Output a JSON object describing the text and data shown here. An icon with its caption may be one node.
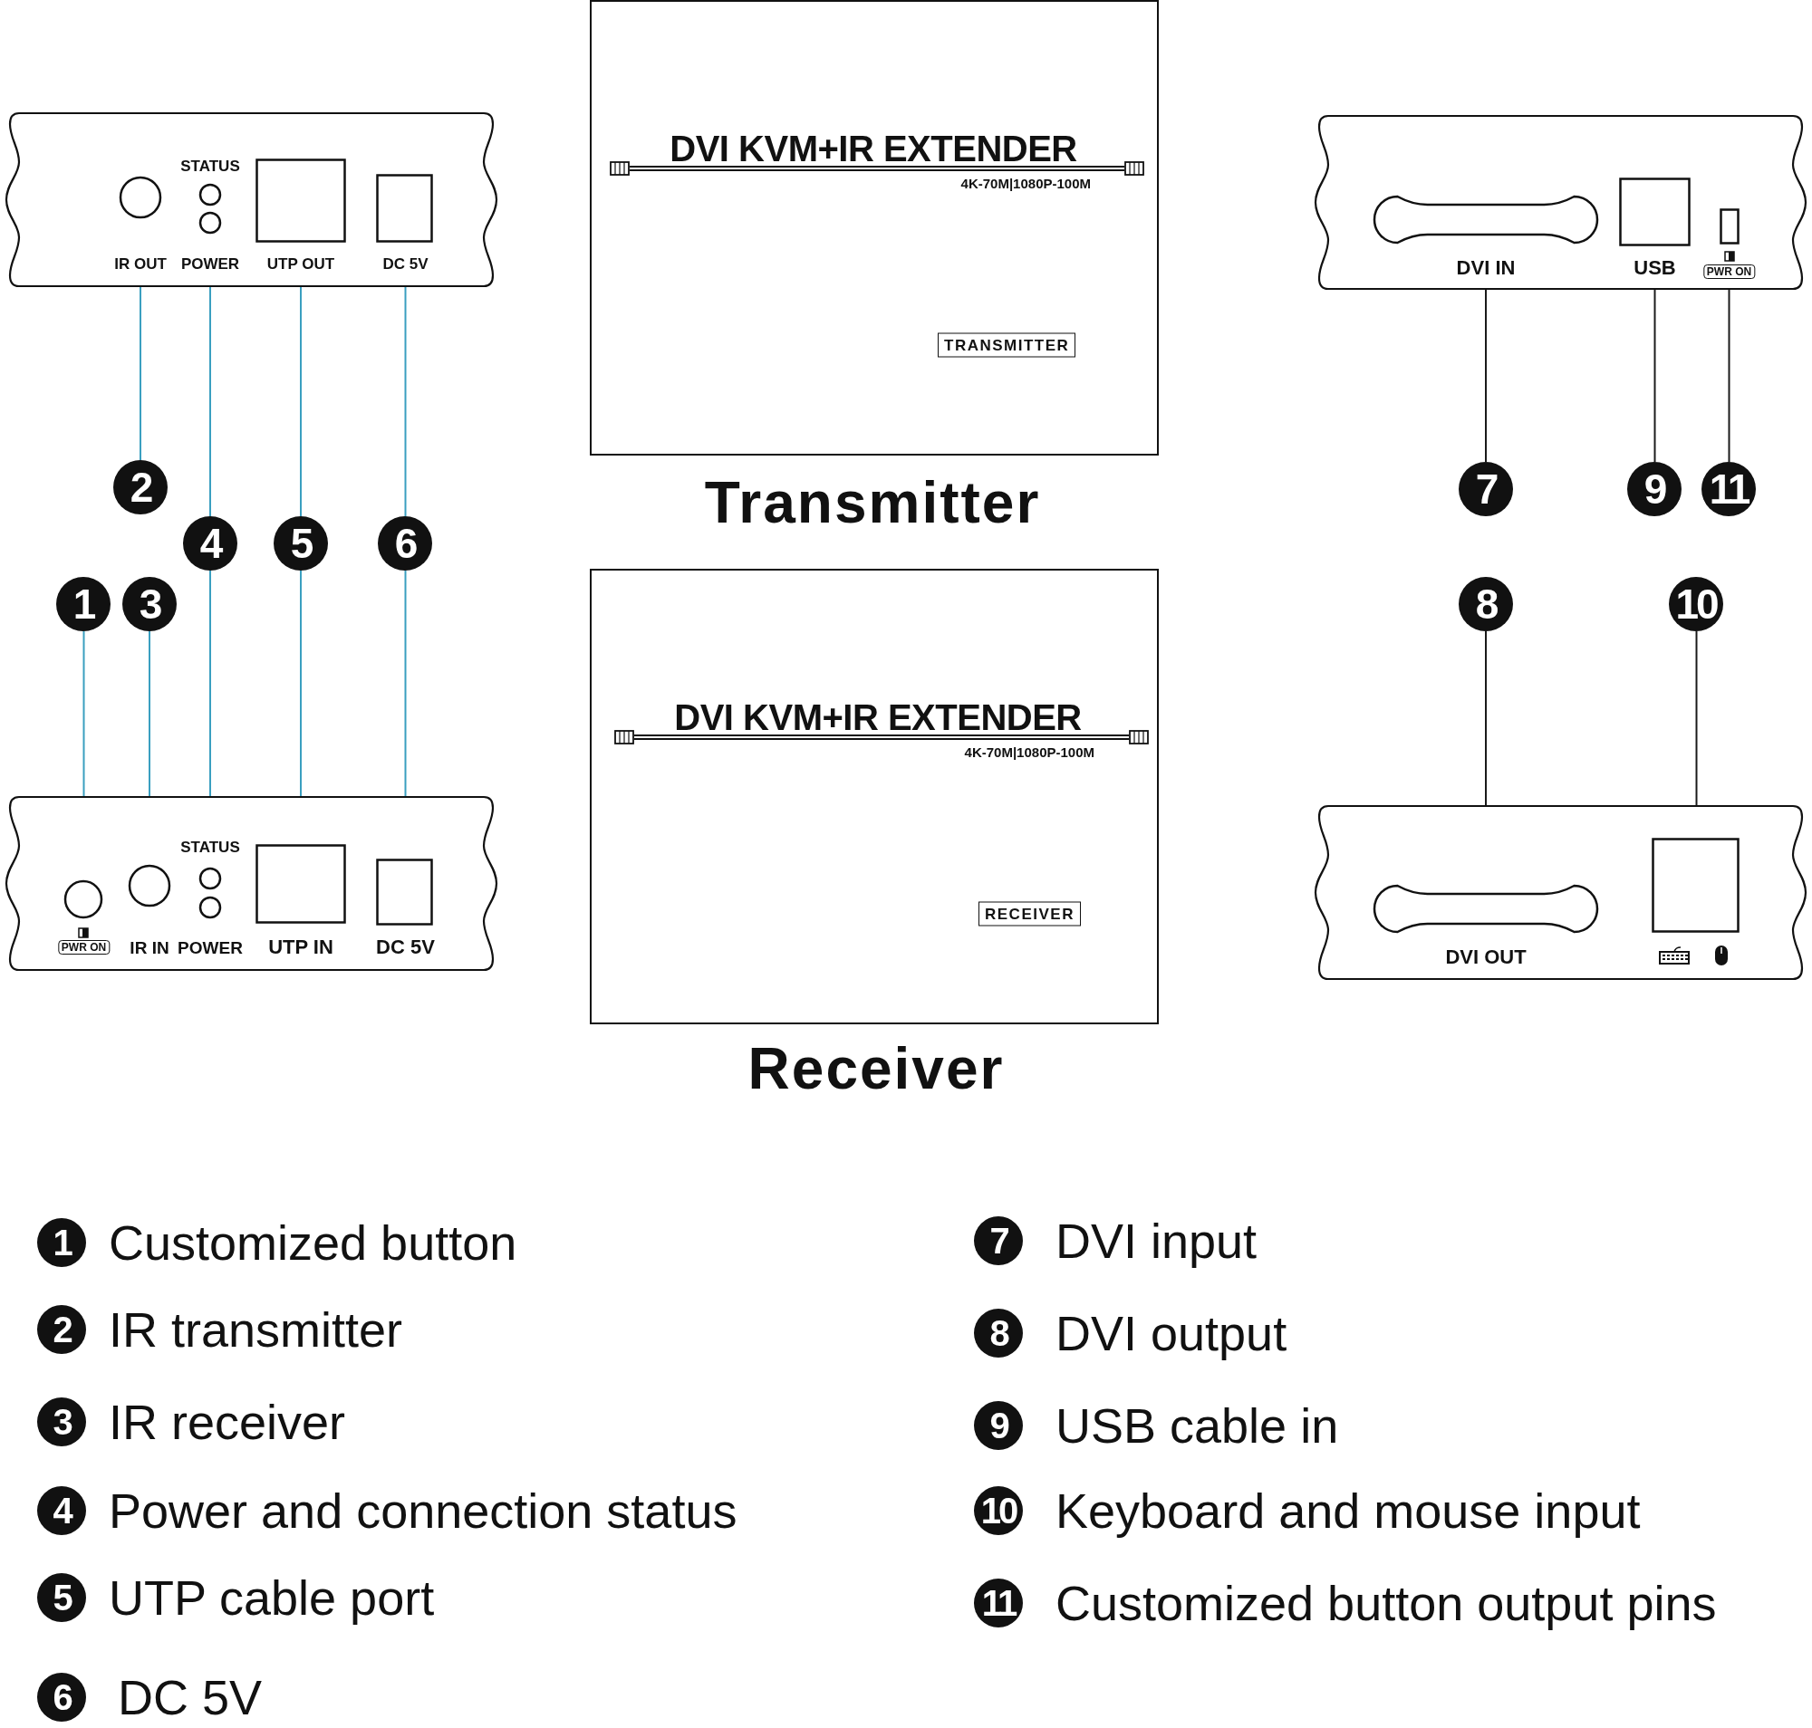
{
  "diagram": {
    "nodes": [
      {
        "text": [],
        "shape": "box"
      },
      {
        "text": [
          "IR OUT"
        ],
        "in": 0
      },
      {
        "text": [
          "STATUS",
          "POWER"
        ],
        "in": 0
      },
      {
        "text": [
          "UTP OUT"
        ],
        "in": 0
      },
      {
        "text": [
          "DC 5V"
        ],
        "in": 0
      },
      {
        "text": [],
        "shape": "box"
      },
      {
        "text": [
          "PWR ON"
        ],
        "in": 5
      },
      {
        "text": [
          "IR IN"
        ],
        "in": 5
      },
      {
        "text": [
          "STATUS",
          "POWER"
        ],
        "in": 5
      },
      {
        "text": [
          "UTP IN"
        ],
        "in": 5
      },
      {
        "text": [
          "DC 5V"
        ],
        "in": 5
      },
      {
        "text": [
          "DVI KVM+IR EXTENDER",
          "4K-70M|1080P-100M",
          "TRANSMITTER"
        ],
        "beside": [
          "Transmitter"
        ]
      },
      {
        "text": [
          "DVI KVM+IR EXTENDER",
          "4K-70M|1080P-100M",
          "RECEIVER"
        ],
        "beside": [
          "Receiver"
        ]
      },
      {
        "text": [],
        "shape": "box"
      },
      {
        "text": [
          "DVI IN"
        ],
        "in": 13
      },
      {
        "text": [
          "USB"
        ],
        "in": 13
      },
      {
        "text": [
          "PWR ON"
        ],
        "in": 13
      },
      {
        "text": [],
        "shape": "box"
      },
      {
        "text": [
          "DVI OUT"
        ],
        "in": 17
      },
      {
        "text": [],
        "shape": "box",
        "in": 17
      },
      {
        "text": [
          "1"
        ]
      },
      {
        "text": [
          "2"
        ]
      },
      {
        "text": [
          "3"
        ]
      },
      {
        "text": [
          "4"
        ]
      },
      {
        "text": [
          "5"
        ]
      },
      {
        "text": [
          "6"
        ]
      },
      {
        "text": [
          "7"
        ]
      },
      {
        "text": [
          "8"
        ]
      },
      {
        "text": [
          "9"
        ]
      },
      {
        "text": [
          "10"
        ]
      },
      {
        "text": [
          "11"
        ]
      },
      {
        "text": [
          "1"
        ],
        "beside": [
          "Customized button"
        ]
      },
      {
        "text": [
          "7"
        ],
        "beside": [
          "DVI input"
        ]
      },
      {
        "text": [
          "2"
        ],
        "beside": [
          "IR transmitter"
        ]
      },
      {
        "text": [
          "8"
        ],
        "beside": [
          "DVI output"
        ]
      },
      {
        "text": [
          "3"
        ],
        "beside": [
          "IR receiver"
        ]
      },
      {
        "text": [
          "9"
        ],
        "beside": [
          "USB cable in"
        ]
      },
      {
        "text": [
          "4"
        ],
        "beside": [
          "Power and connection status"
        ]
      },
      {
        "text": [
          "10"
        ],
        "beside": [
          "Keyboard and mouse input"
        ]
      },
      {
        "text": [
          "5"
        ],
        "beside": [
          "UTP cable port"
        ]
      },
      {
        "text": [
          "11"
        ],
        "beside": [
          "Customized button output pins"
        ]
      },
      {
        "text": [
          "6"
        ],
        "beside": [
          "DC 5V"
        ]
      }
    ],
    "edges": [
      {
        "from": 20,
        "to": 6,
        "arrow": "none"
      },
      {
        "from": 21,
        "to": 1,
        "arrow": "none"
      },
      {
        "from": 22,
        "to": 7,
        "arrow": "none"
      },
      {
        "from": 23,
        "to": 2,
        "arrow": "none"
      },
      {
        "from": 23,
        "to": 8,
        "arrow": "none"
      },
      {
        "from": 24,
        "to": 3,
        "arrow": "none"
      },
      {
        "from": 24,
        "to": 9,
        "arrow": "none"
      },
      {
        "from": 25,
        "to": 4,
        "arrow": "none"
      },
      {
        "from": 25,
        "to": 10,
        "arrow": "none"
      },
      {
        "from": 26,
        "to": 14,
        "arrow": "none",
        "color": "#1a1a1a"
      },
      {
        "from": 27,
        "to": 18,
        "arrow": "none",
        "color": "#1a1a1a"
      },
      {
        "from": 28,
        "to": 15,
        "arrow": "none",
        "color": "#1a1a1a"
      },
      {
        "from": 29,
        "to": 19,
        "arrow": "none",
        "color": "#1a1a1a"
      },
      {
        "from": 30,
        "to": 16,
        "arrow": "none",
        "color": "#1a1a1a"
      }
    ]
  }
}
